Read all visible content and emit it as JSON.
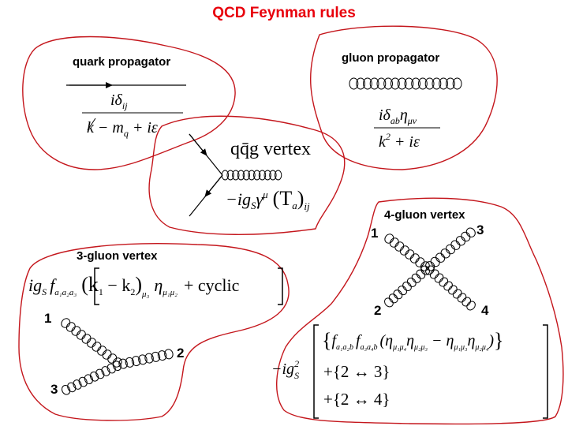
{
  "title": "QCD Feynman rules",
  "quark_propagator": {
    "label": "quark propagator",
    "numerator": "iδ",
    "numerator_sub": "ij",
    "denominator": "k − m",
    "denominator_sub": "q",
    "denominator_tail": " + iε"
  },
  "gluon_propagator": {
    "label": "gluon propagator",
    "numerator": "iδ",
    "numerator_sub": "ab",
    "numerator_eta": "η",
    "numerator_eta_sub": "μν",
    "denominator": "k",
    "denominator_sup": "2",
    "denominator_tail": " + iε"
  },
  "qqg_vertex": {
    "label": "qq̄g  vertex",
    "expr_a": "−ig",
    "expr_a_sub": "S",
    "expr_b": "γ",
    "expr_b_sup": "μ",
    "expr_c": "(T",
    "expr_c_sub": "a",
    "expr_d": ")",
    "expr_d_sub": "ij"
  },
  "three_gluon_vertex": {
    "label": "3-gluon vertex",
    "expr_g": "ig",
    "expr_g_sub": "S",
    "expr_f": "f",
    "expr_f_sub": "a₁a₂a₃",
    "expr_k": "(k",
    "expr_k1": "1",
    "expr_minus": " − k",
    "expr_k2": "2",
    "expr_close": ")",
    "expr_mu3": "μ₃",
    "expr_eta": "η",
    "expr_eta_sub": "μ₁μ₂",
    "expr_cyclic": "+ cyclic",
    "leg_labels": [
      "1",
      "2",
      "3"
    ]
  },
  "four_gluon_vertex": {
    "label": "4-gluon vertex",
    "leg_labels": [
      "1",
      "2",
      "3",
      "4"
    ],
    "prefix": "−ig",
    "prefix_sup": "2",
    "prefix_sub": "S",
    "row1_f1": "f",
    "row1_f1_sub": "a₁a₂b",
    "row1_f2": "f",
    "row1_f2_sub": "a₃a₄b",
    "row1_open": "(η",
    "row1_eta1_sub": "μ₁μ₄",
    "row1_mid1": "η",
    "row1_eta2_sub": "μ₂μ₃",
    "row1_minus": " − η",
    "row1_eta3_sub": "μ₁μ₃",
    "row1_mid2": "η",
    "row1_eta4_sub": "μ₂μ₄",
    "row1_close": ")",
    "row2": "+{2 ↔ 3}",
    "row3": "+{2 ↔ 4}"
  },
  "colors": {
    "title": "#e8000b",
    "region_outline": "#c4161c",
    "ink": "#000000"
  }
}
